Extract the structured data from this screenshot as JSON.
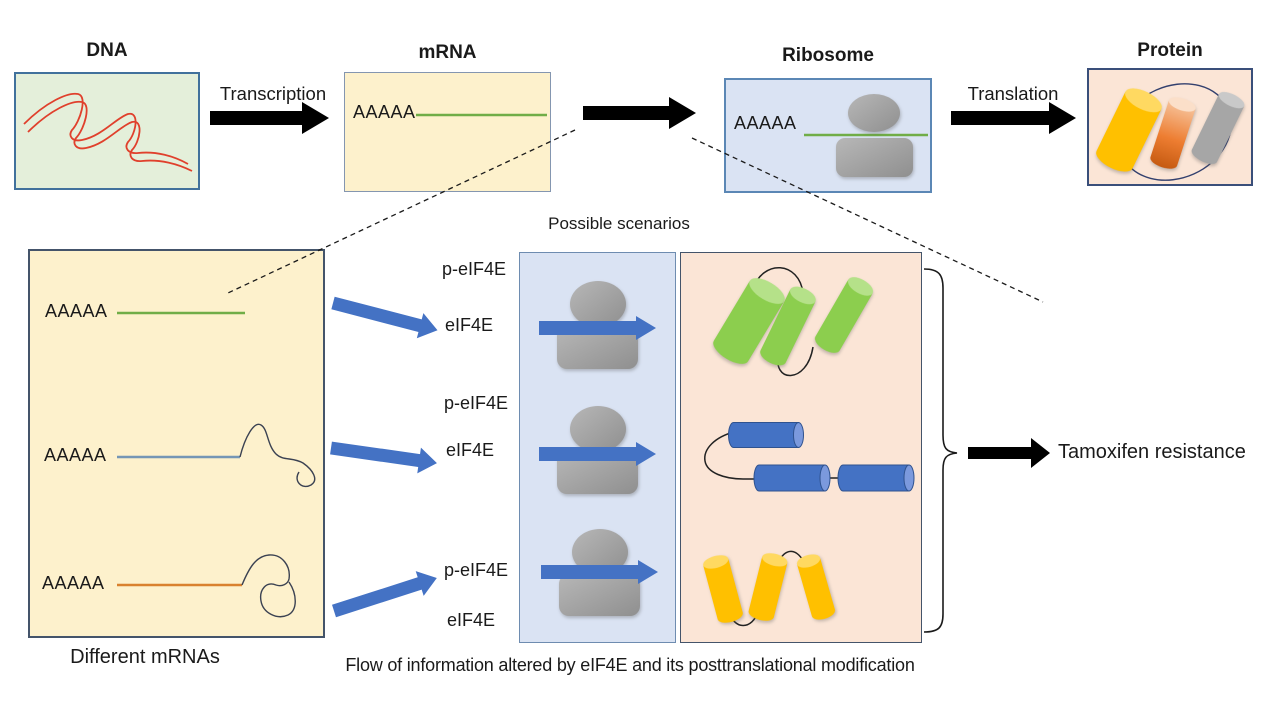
{
  "figure": {
    "top_flow": {
      "dna": {
        "title": "DNA"
      },
      "transcription_label": "Transcription",
      "mrna": {
        "title": "mRNA",
        "poly_a": "AAAAA"
      },
      "ribosome": {
        "title": "Ribosome",
        "poly_a": "AAAAA"
      },
      "translation_label": "Translation",
      "protein": {
        "title": "Protein"
      }
    },
    "detail": {
      "scenarios_title": "Possible scenarios",
      "mrna_panel": {
        "rows": [
          {
            "poly_a": "AAAAA"
          },
          {
            "poly_a": "AAAAA"
          },
          {
            "poly_a": "AAAAA"
          }
        ],
        "caption": "Different mRNAs"
      },
      "factor_labels": [
        {
          "phospho": "p-eIF4E",
          "base": "eIF4E"
        },
        {
          "phospho": "p-eIF4E",
          "base": "eIF4E"
        },
        {
          "phospho": "p-eIF4E",
          "base": "eIF4E"
        }
      ],
      "outcome_label": "Tamoxifen resistance",
      "caption": "Flow of information altered by eIF4E and its posttranslational modification"
    },
    "colors": {
      "arrow_black": "#000000",
      "process_arrow_blue": "#4472c4",
      "dna_strand_red": "#e0402c",
      "mrna_green": "#70ad47",
      "mrna_blue": "#7596b5",
      "mrna_orange": "#d9812e",
      "ribosome_gray": "#a6a6a6",
      "helix_green": "#8cce4e",
      "helix_blue": "#4472c4",
      "helix_yellow": "#ffc000",
      "protein_yellow": "#ffc000",
      "protein_orange": "#ed7d31",
      "protein_gray": "#a6a6a6",
      "box_green_bg": "#e4efda",
      "box_yellow_bg": "#fdf1cc",
      "box_blue_bg": "#dae3f3",
      "box_peach_bg": "#fbe5d6"
    }
  }
}
